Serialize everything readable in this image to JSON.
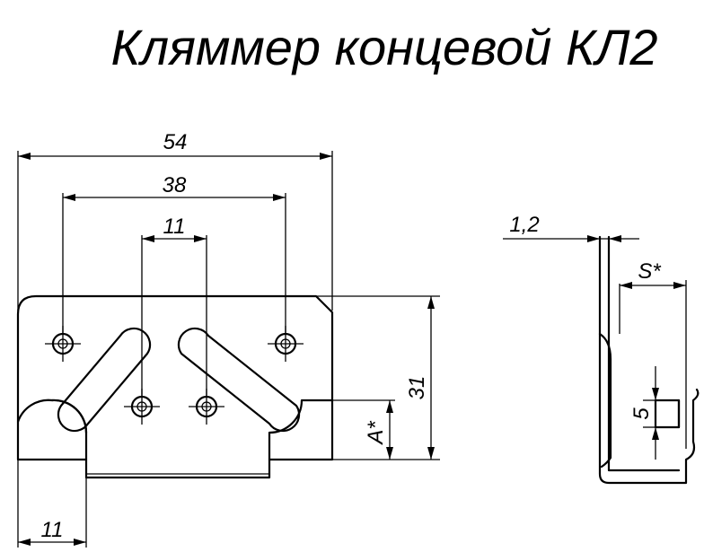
{
  "title": "Кляммер концевой КЛ2",
  "dimensions": {
    "overall_width": "54",
    "outer_holes_spacing": "38",
    "inner_holes_spacing": "11",
    "total_height": "31",
    "height_a": "A*",
    "bottom_width": "11",
    "thickness": "1,2",
    "size_s": "S*",
    "slot_height": "5"
  }
}
